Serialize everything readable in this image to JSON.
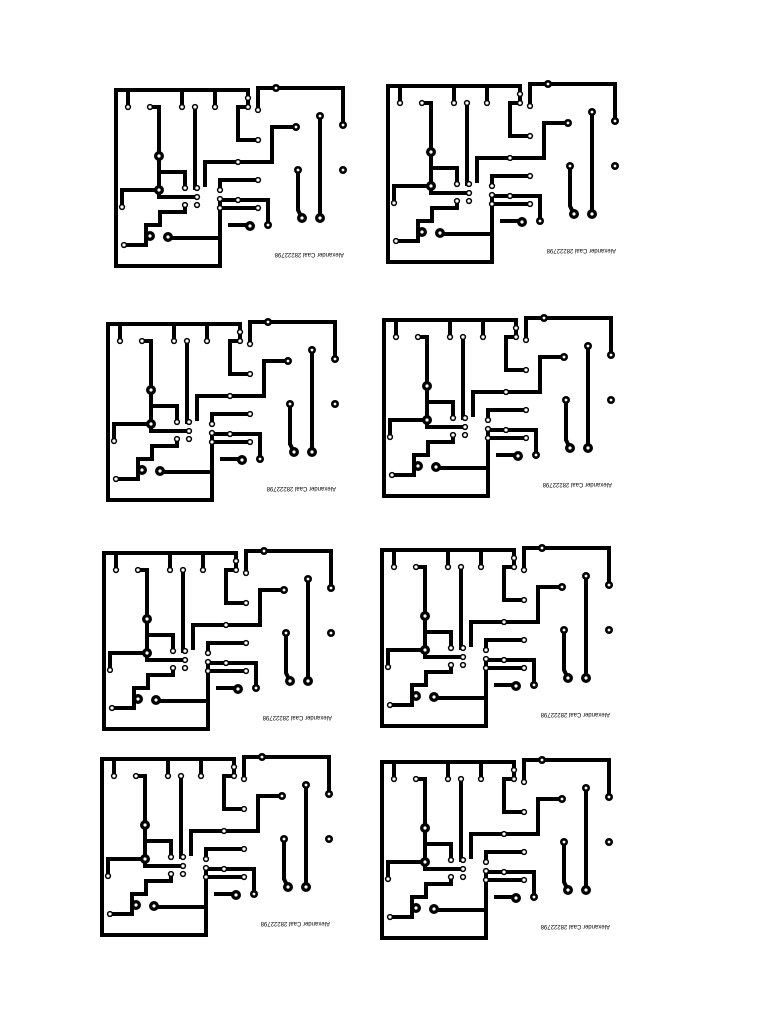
{
  "sheet": {
    "board_label": "Alexander Caal 28222798",
    "board_count": 8,
    "layout": "4 rows x 2 columns of identical copper-trace PCB layouts",
    "ink_color": "#000000",
    "paper_color": "#ffffff",
    "label_orientation": "mirrored (upside-down)"
  }
}
